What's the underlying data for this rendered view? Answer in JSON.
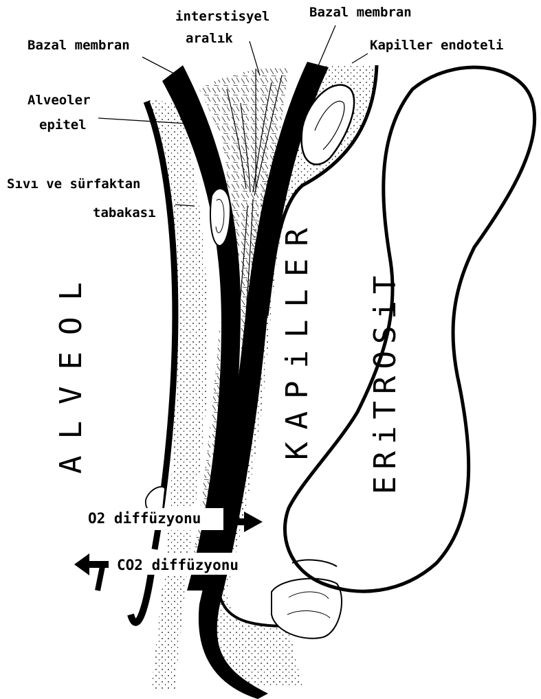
{
  "labels": {
    "bazal_membran_left": "Bazal membran",
    "interstisyel_1": "interstisyel",
    "interstisyel_2": "aralık",
    "bazal_membran_right": "Bazal membran",
    "kapiller_endoteli": "Kapiller endoteli",
    "alveoler_1": "Alveoler",
    "alveoler_2": "epitel",
    "sivi_1": "Sıvı ve sürfaktan",
    "sivi_2": "tabakası",
    "alveol": "ALVEOL",
    "kapiller": "KAPiLLER",
    "eritrosit": "ERiTROSiT",
    "o2": "O2 diffüzyonu",
    "co2": "CO2 diffüzyonu"
  },
  "colors": {
    "ink": "#000000",
    "paper": "#ffffff"
  }
}
